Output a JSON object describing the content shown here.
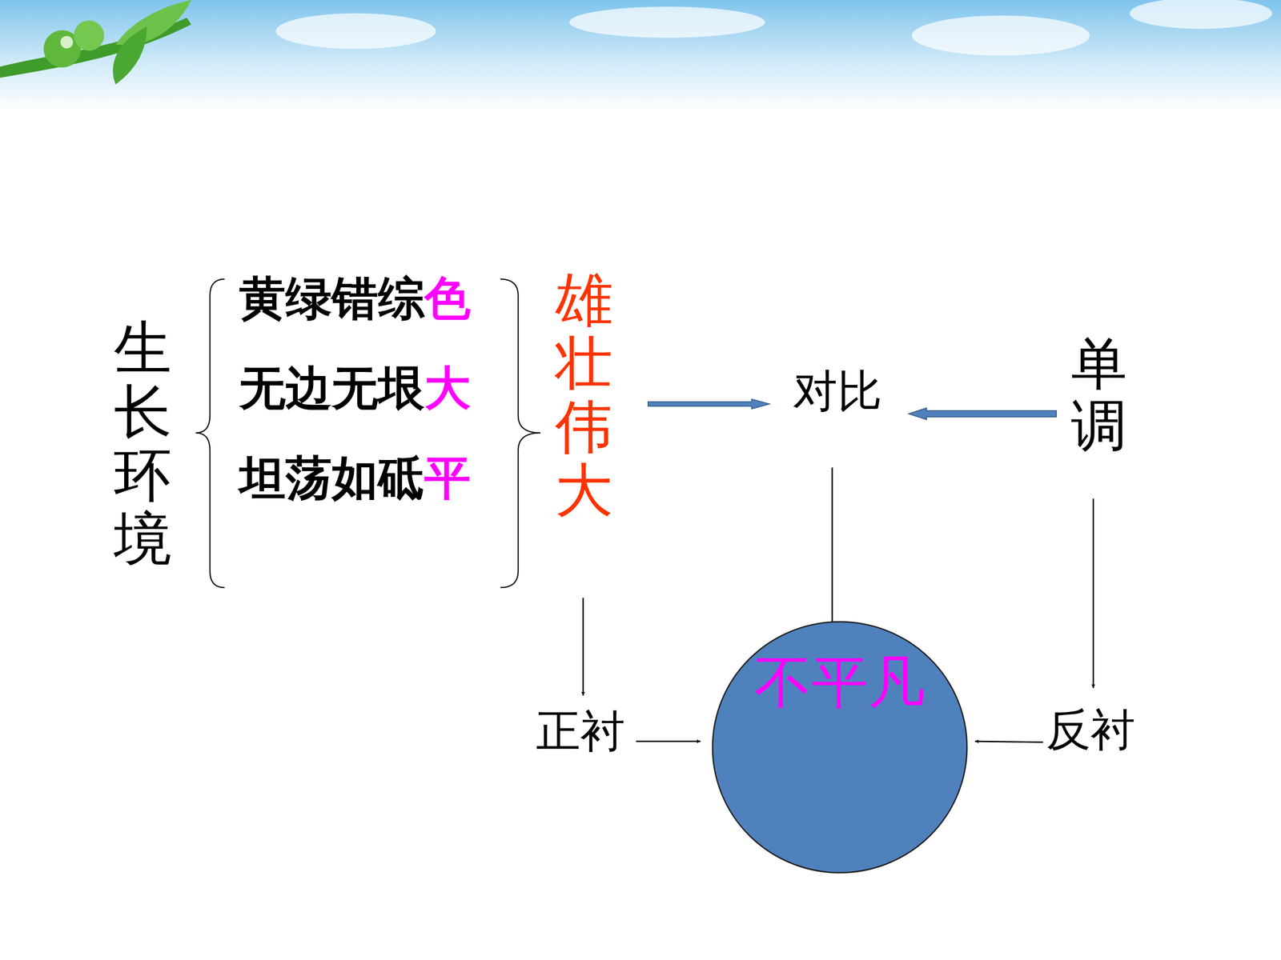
{
  "diagram": {
    "nodes": [
      {
        "text": [
          "不平凡"
        ]
      }
    ],
    "labels": [
      "生长环境",
      "黄绿错综",
      "色",
      "无边无垠",
      "大",
      "坦荡如砥",
      "平",
      "雄壮伟大",
      "对比",
      "单调",
      "正衬",
      "反衬"
    ]
  }
}
